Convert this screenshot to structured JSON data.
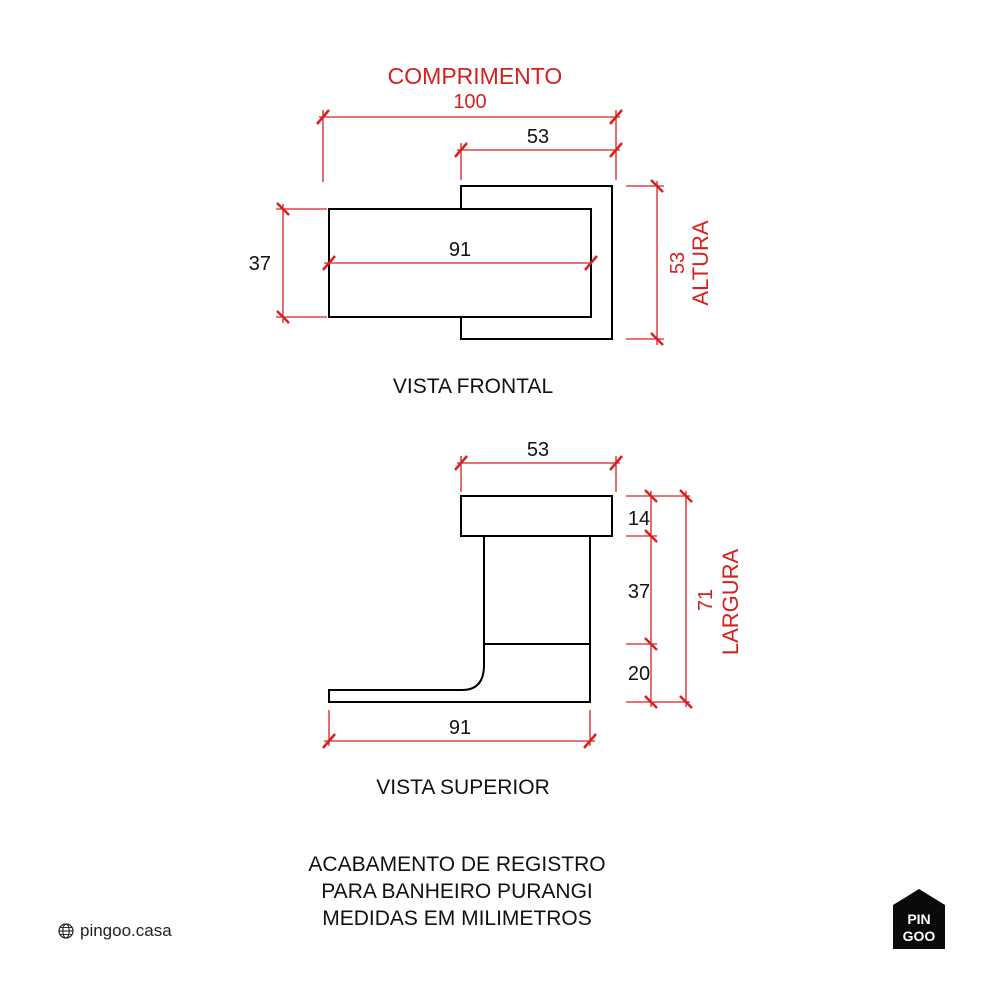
{
  "colors": {
    "dimension": "#d62020",
    "outline": "#000000",
    "text": "#111111"
  },
  "front_view": {
    "caption": "VISTA FRONTAL",
    "length_label": "COMPRIMENTO",
    "length_value": "100",
    "plate_width_value": "53",
    "lever_length_value": "91",
    "lever_height_value": "37",
    "height_value": "53",
    "height_label": "ALTURA"
  },
  "top_view": {
    "caption": "VISTA SUPERIOR",
    "plate_width_value": "53",
    "plate_depth_value": "14",
    "shaft_value": "37",
    "lever_depth_value": "20",
    "total_value": "71",
    "total_label": "LARGURA",
    "lever_length_value": "91"
  },
  "title": {
    "line1": "ACABAMENTO DE REGISTRO",
    "line2": "PARA BANHEIRO PURANGI",
    "line3": "MEDIDAS EM MILIMETROS"
  },
  "footer": {
    "website": "pingoo.casa",
    "icon": "globe-icon"
  },
  "logo": {
    "line1": "PIN",
    "line2": "GOO"
  }
}
